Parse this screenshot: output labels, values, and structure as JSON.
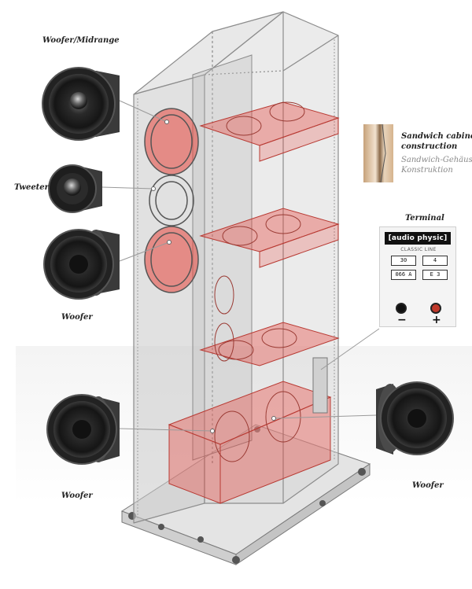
{
  "labels": {
    "woofer_midrange": "Woofer/Midrange",
    "tweeter": "Tweeter",
    "woofer_upper": "Woofer",
    "woofer_left": "Woofer",
    "woofer_right": "Woofer",
    "terminal": "Terminal",
    "sandwich_en_1": "Sandwich cabinet",
    "sandwich_en_2": "construction",
    "sandwich_de_1": "Sandwich-Gehäuse-",
    "sandwich_de_2": "Konstruktion"
  },
  "terminal_plate": {
    "brand": "[audio physic]",
    "line": "CLASSIC LINE",
    "field1": "30",
    "field2": "4",
    "field3": "066 A",
    "field4": "E 3",
    "minus": "−",
    "plus": "+"
  },
  "colors": {
    "accent_red": "#e8453c",
    "cabinet_glass": "#c9c9c9",
    "line": "#9a9a9a"
  }
}
